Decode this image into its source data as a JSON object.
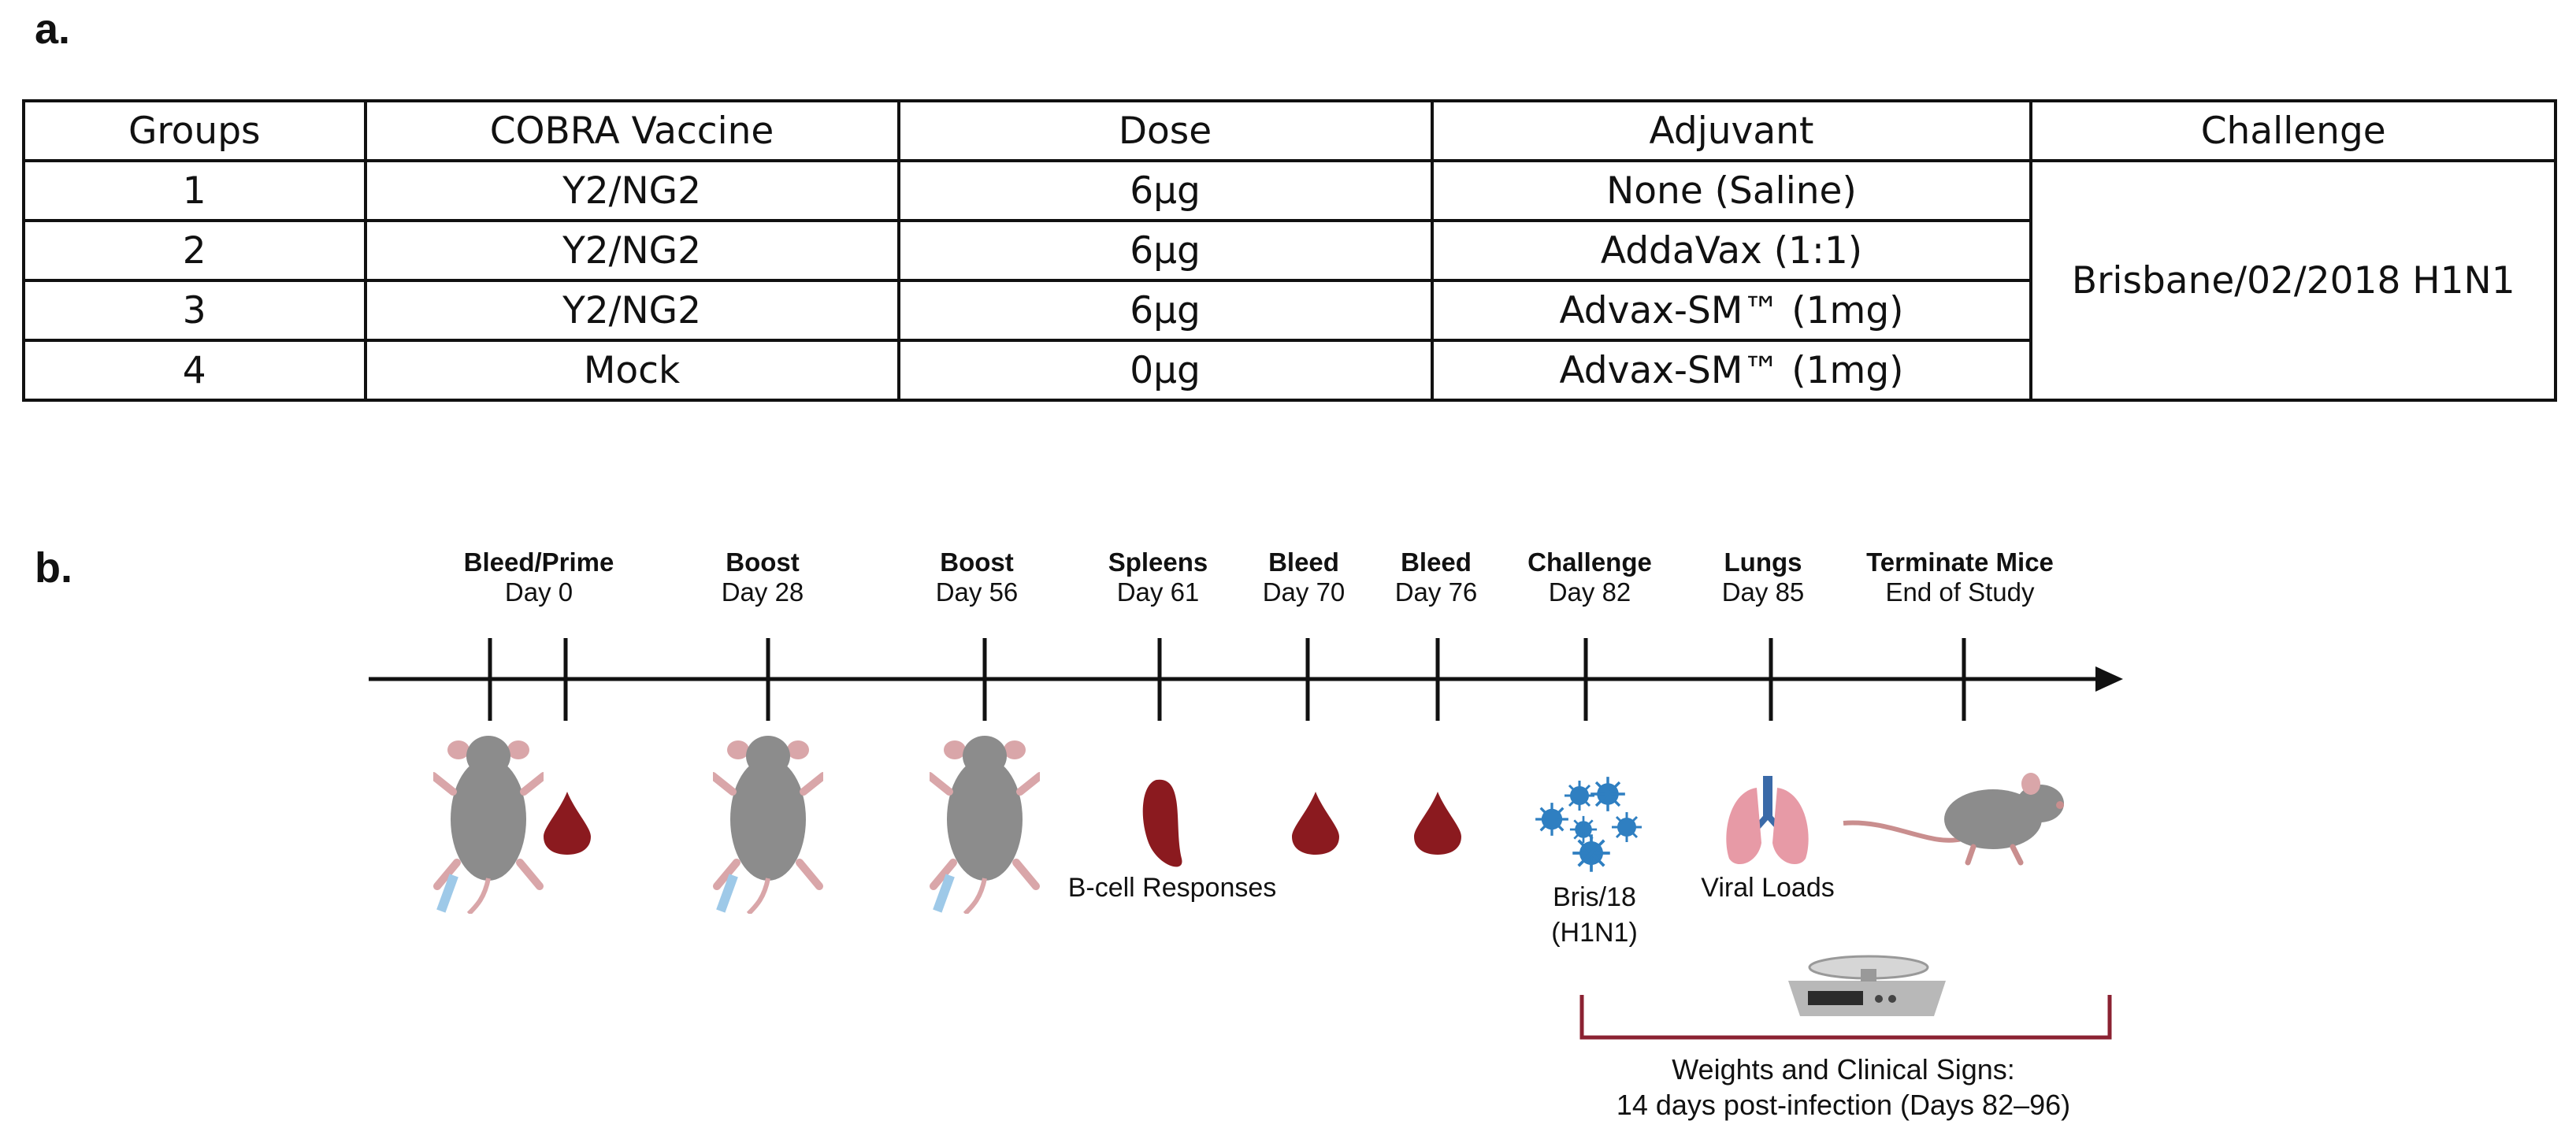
{
  "panels": {
    "a": "a.",
    "b": "b."
  },
  "table": {
    "headers": [
      "Groups",
      "COBRA Vaccine",
      "Dose",
      "Adjuvant",
      "Challenge"
    ],
    "rows": [
      {
        "group": "1",
        "vaccine": "Y2/NG2",
        "dose": "6μg",
        "adjuvant": "None (Saline)"
      },
      {
        "group": "2",
        "vaccine": "Y2/NG2",
        "dose": "6μg",
        "adjuvant": "AddaVax (1:1)"
      },
      {
        "group": "3",
        "vaccine": "Y2/NG2",
        "dose": "6μg",
        "adjuvant": "Advax-SM™ (1mg)"
      },
      {
        "group": "4",
        "vaccine": "Mock",
        "dose": "0μg",
        "adjuvant": "Advax-SM™ (1mg)"
      }
    ],
    "challenge": "Brisbane/02/2018 H1N1"
  },
  "timeline": {
    "events": [
      {
        "title": "Bleed/Prime",
        "day": "Day 0"
      },
      {
        "title": "Boost",
        "day": "Day 28"
      },
      {
        "title": "Boost",
        "day": "Day 56"
      },
      {
        "title": "Spleens",
        "day": "Day 61"
      },
      {
        "title": "Bleed",
        "day": "Day 70"
      },
      {
        "title": "Bleed",
        "day": "Day 76"
      },
      {
        "title": "Challenge",
        "day": "Day 82"
      },
      {
        "title": "Lungs",
        "day": "Day 85"
      },
      {
        "title": "Terminate Mice",
        "day": "End of Study"
      }
    ],
    "captions": {
      "bcell": "B-cell Responses",
      "virus_line1": "Bris/18",
      "virus_line2": "(H1N1)",
      "viral_loads": "Viral Loads"
    },
    "weights": {
      "line1": "Weights and Clinical Signs:",
      "line2": "14 days post-infection (Days 82–96)"
    },
    "colors": {
      "blood": "#8b1a1f",
      "bracket": "#8b2232",
      "virus": "#2f7fc1",
      "mouse": "#8c8c8c",
      "lung": "#e79aa6"
    }
  }
}
